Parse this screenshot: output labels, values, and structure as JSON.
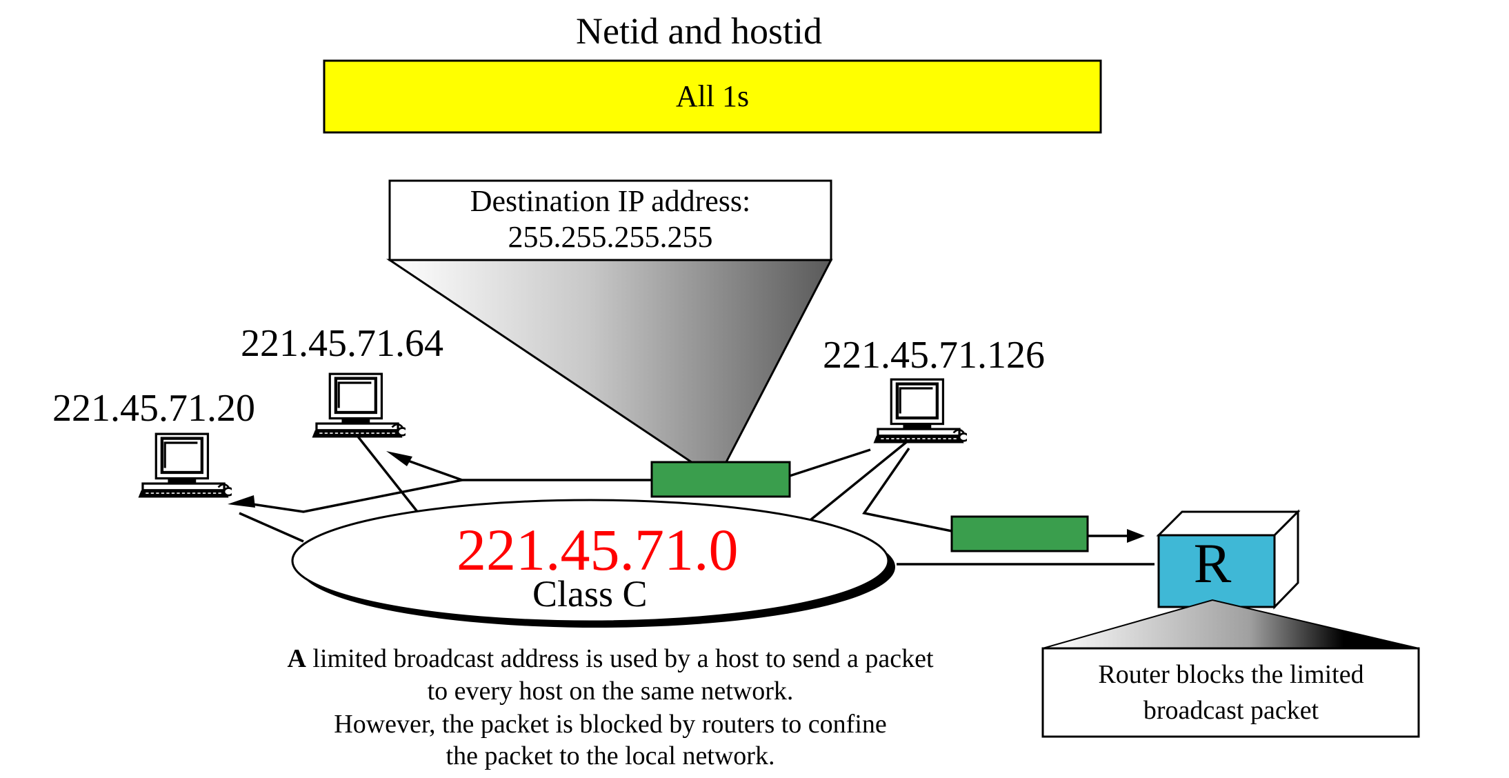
{
  "title": "Netid and hostid",
  "address_field": {
    "label": "All 1s",
    "color": "#ffff00"
  },
  "packet_callout": {
    "line1": "Destination IP address:",
    "line2": "255.255.255.255"
  },
  "hosts": [
    {
      "ip": "221.45.71.64"
    },
    {
      "ip": "221.45.71.20"
    },
    {
      "ip": "221.45.71.126"
    }
  ],
  "network": {
    "address": "221.45.71.0",
    "class_label": "Class C",
    "address_color": "#ff0000"
  },
  "router": {
    "letter": "R",
    "color": "#3fb8d6"
  },
  "packet_color": "#3a9e4d",
  "router_note": {
    "line1": "Router blocks the limited",
    "line2": "broadcast packet"
  },
  "caption": {
    "lead": "A",
    "line1_rest": " limited broadcast address is used by a host to send a packet",
    "line2": "to every host on the same network.",
    "line3": "However, the packet is blocked by routers to confine",
    "line4": "the packet to the local network."
  }
}
